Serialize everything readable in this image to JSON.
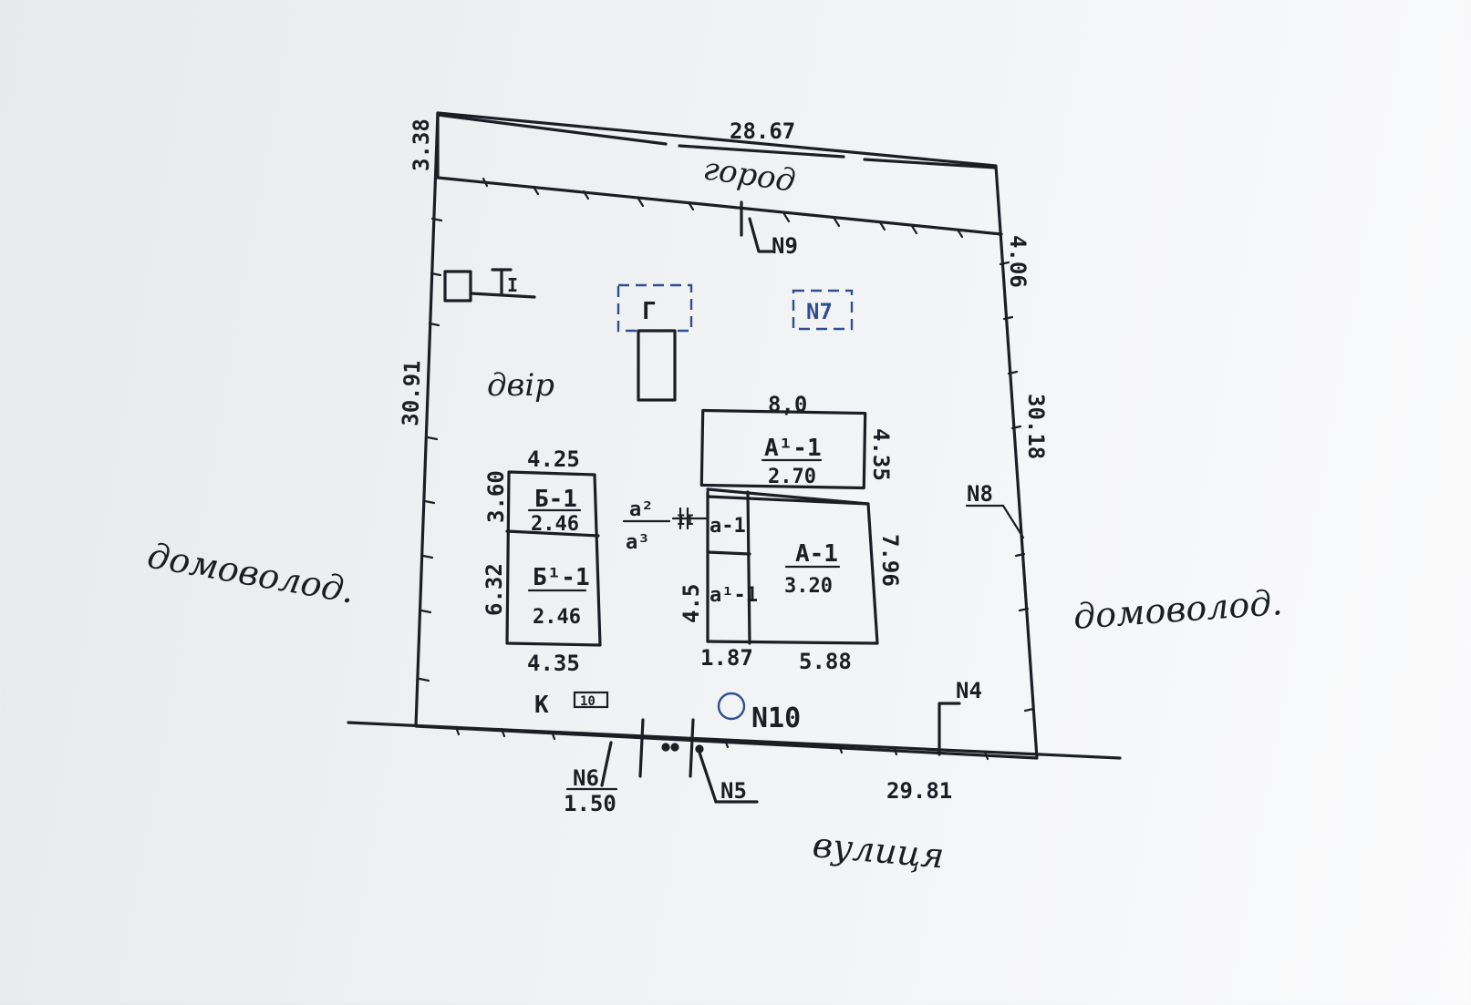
{
  "plan": {
    "dimensions": {
      "top": "28.67",
      "top_left": "3.38",
      "top_right": "4.06",
      "left": "30.91",
      "right": "30.18",
      "bottom": "29.81",
      "building_a_top": "8,0",
      "building_a_upper_right": "4.35",
      "building_a_lower_right": "7.96",
      "building_a_bottom_right": "5.88",
      "building_a_bottom_left": "1.87",
      "building_a_left": "4.5",
      "building_b_top": "4.25",
      "building_b_upper_left": "3.60",
      "building_b_lower_left": "6.32",
      "building_b_bottom": "4.35",
      "gate_width": "1.50"
    },
    "areas": {
      "garden": "город",
      "yard": "двір",
      "neighbor_left": "домоволод.",
      "neighbor_right": "домоволод.",
      "street": "вулиця"
    },
    "buildings": {
      "a1_upper": {
        "label": "А¹-1",
        "height": "2.70"
      },
      "a1_main": {
        "label": "А-1",
        "height": "3.20"
      },
      "a_annex_upper": {
        "label": "а-1"
      },
      "a_annex_lower": {
        "label": "а¹-1"
      },
      "b_upper": {
        "label": "Б-1",
        "height": "2.46"
      },
      "b_lower": {
        "label": "Б¹-1",
        "height": "2.46"
      },
      "porch_top": "а²",
      "porch_bottom": "а³",
      "porch_roman": "II",
      "shed": "Г",
      "well": "К",
      "well_number": "10",
      "toilet": "I"
    },
    "markers": {
      "n9": "N9",
      "n7": "N7",
      "n8": "N8",
      "n4": "N4",
      "n5": "N5",
      "n6": "N6",
      "n10": "N10"
    }
  }
}
